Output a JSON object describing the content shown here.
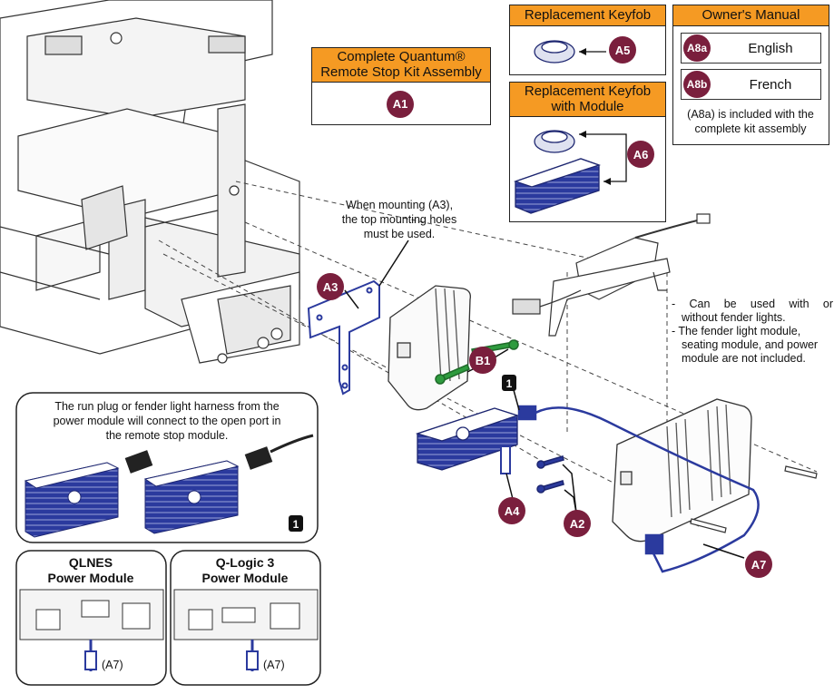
{
  "colors": {
    "header_orange": "#f59a23",
    "badge_maroon": "#7a1f3d",
    "part_blue": "#2b3a9e",
    "screw_green": "#2e9b3e",
    "line_gray": "#333333"
  },
  "kit_box": {
    "title_line1": "Complete Quantum®",
    "title_line2": "Remote Stop Kit Assembly",
    "badge": "A1"
  },
  "keyfob_box": {
    "title": "Replacement Keyfob",
    "badge": "A5"
  },
  "keyfob_module_box": {
    "title_line1": "Replacement Keyfob",
    "title_line2": "with Module",
    "badge": "A6"
  },
  "manual_box": {
    "title": "Owner's Manual",
    "rows": [
      {
        "badge": "A8a",
        "language": "English"
      },
      {
        "badge": "A8b",
        "language": "French"
      }
    ],
    "note_line1": "(A8a) is included with the",
    "note_line2": "complete kit assembly"
  },
  "mounting_note": {
    "line1": "When mounting (A3),",
    "line2": "the top mounting holes",
    "line3": "must be used."
  },
  "usage_note": {
    "line1": "- Can be used with or",
    "line2": "without fender lights.",
    "line3": "- The fender light module,",
    "line4": "seating module, and power",
    "line5": "module are not included."
  },
  "detail_box": {
    "line1": "The run plug or fender light harness from the",
    "line2": "power module will connect to the open port in",
    "line3": "the remote stop module.",
    "tag": "1"
  },
  "main_tag": "1",
  "part_badges": {
    "a3": "A3",
    "b1": "B1",
    "a4": "A4",
    "a2": "A2",
    "a7": "A7"
  },
  "qlnes_box": {
    "title_line1": "QLNES",
    "title_line2": "Power Module",
    "port_label": "(A7)"
  },
  "qlogic_box": {
    "title_line1": "Q-Logic 3",
    "title_line2": "Power Module",
    "port_label": "(A7)"
  }
}
